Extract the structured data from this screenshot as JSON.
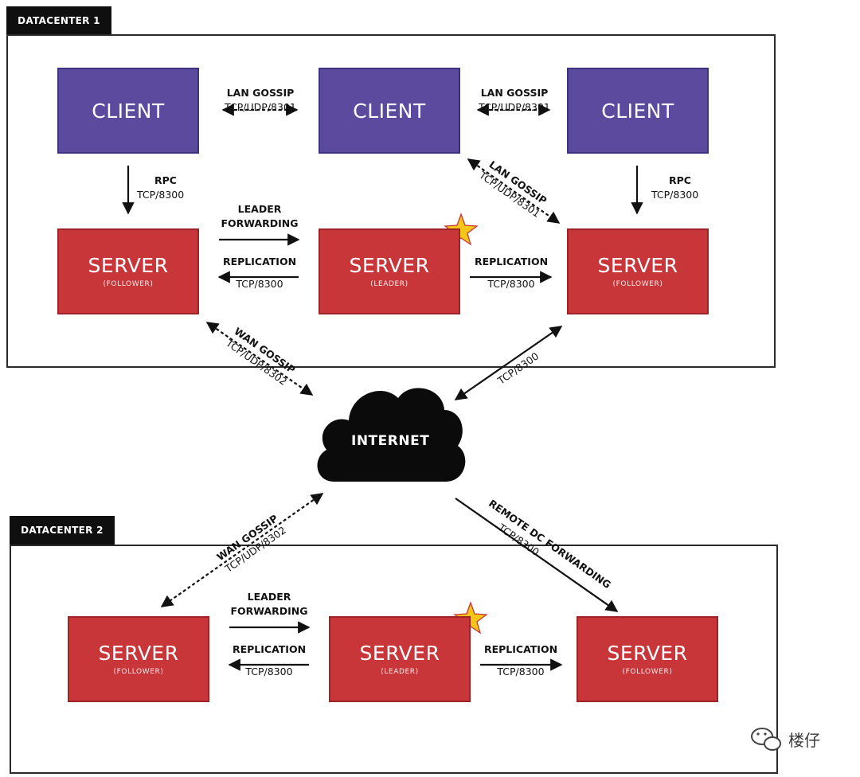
{
  "datacenter1": {
    "tab": "DATACENTER 1",
    "clients": [
      {
        "title": "CLIENT"
      },
      {
        "title": "CLIENT"
      },
      {
        "title": "CLIENT"
      }
    ],
    "servers": [
      {
        "title": "SERVER",
        "role": "(FOLLOWER)"
      },
      {
        "title": "SERVER",
        "role": "(LEADER)"
      },
      {
        "title": "SERVER",
        "role": "(FOLLOWER)"
      }
    ],
    "lan_gossip_1": {
      "name": "LAN GOSSIP",
      "port": "TCP/UDP/8301"
    },
    "lan_gossip_2": {
      "name": "LAN GOSSIP",
      "port": "TCP/UDP/8301"
    },
    "lan_gossip_diag": {
      "name": "LAN GOSSIP",
      "port": "TCP/UDP/8301"
    },
    "rpc_left": {
      "name": "RPC",
      "port": "TCP/8300"
    },
    "rpc_right": {
      "name": "RPC",
      "port": "TCP/8300"
    },
    "leader_forwarding": {
      "line1": "LEADER",
      "line2": "FORWARDING"
    },
    "replication_left": {
      "name": "REPLICATION",
      "port": "TCP/8300"
    },
    "replication_right": {
      "name": "REPLICATION",
      "port": "TCP/8300"
    }
  },
  "internet": {
    "label": "INTERNET",
    "wan_gossip_top": {
      "name": "WAN GOSSIP",
      "port": "TCP/UDP/8302"
    },
    "tcp_right": {
      "port": "TCP/8300"
    },
    "wan_gossip_bottom": {
      "name": "WAN GOSSIP",
      "port": "TCP/UDP/8302"
    },
    "remote_dc": {
      "name": "REMOTE DC FORWARDING",
      "port": "TCP/8300"
    }
  },
  "datacenter2": {
    "tab": "DATACENTER 2",
    "servers": [
      {
        "title": "SERVER",
        "role": "(FOLLOWER)"
      },
      {
        "title": "SERVER",
        "role": "(LEADER)"
      },
      {
        "title": "SERVER",
        "role": "(FOLLOWER)"
      }
    ],
    "leader_forwarding": {
      "line1": "LEADER",
      "line2": "FORWARDING"
    },
    "replication_left": {
      "name": "REPLICATION",
      "port": "TCP/8300"
    },
    "replication_right": {
      "name": "REPLICATION",
      "port": "TCP/8300"
    }
  },
  "watermark": {
    "text": "楼仔",
    "icon": "wechat-icon"
  },
  "colors": {
    "client": "#5b4a9e",
    "server": "#c8363a",
    "star": "#f5c518",
    "tab": "#0f0f0f"
  }
}
